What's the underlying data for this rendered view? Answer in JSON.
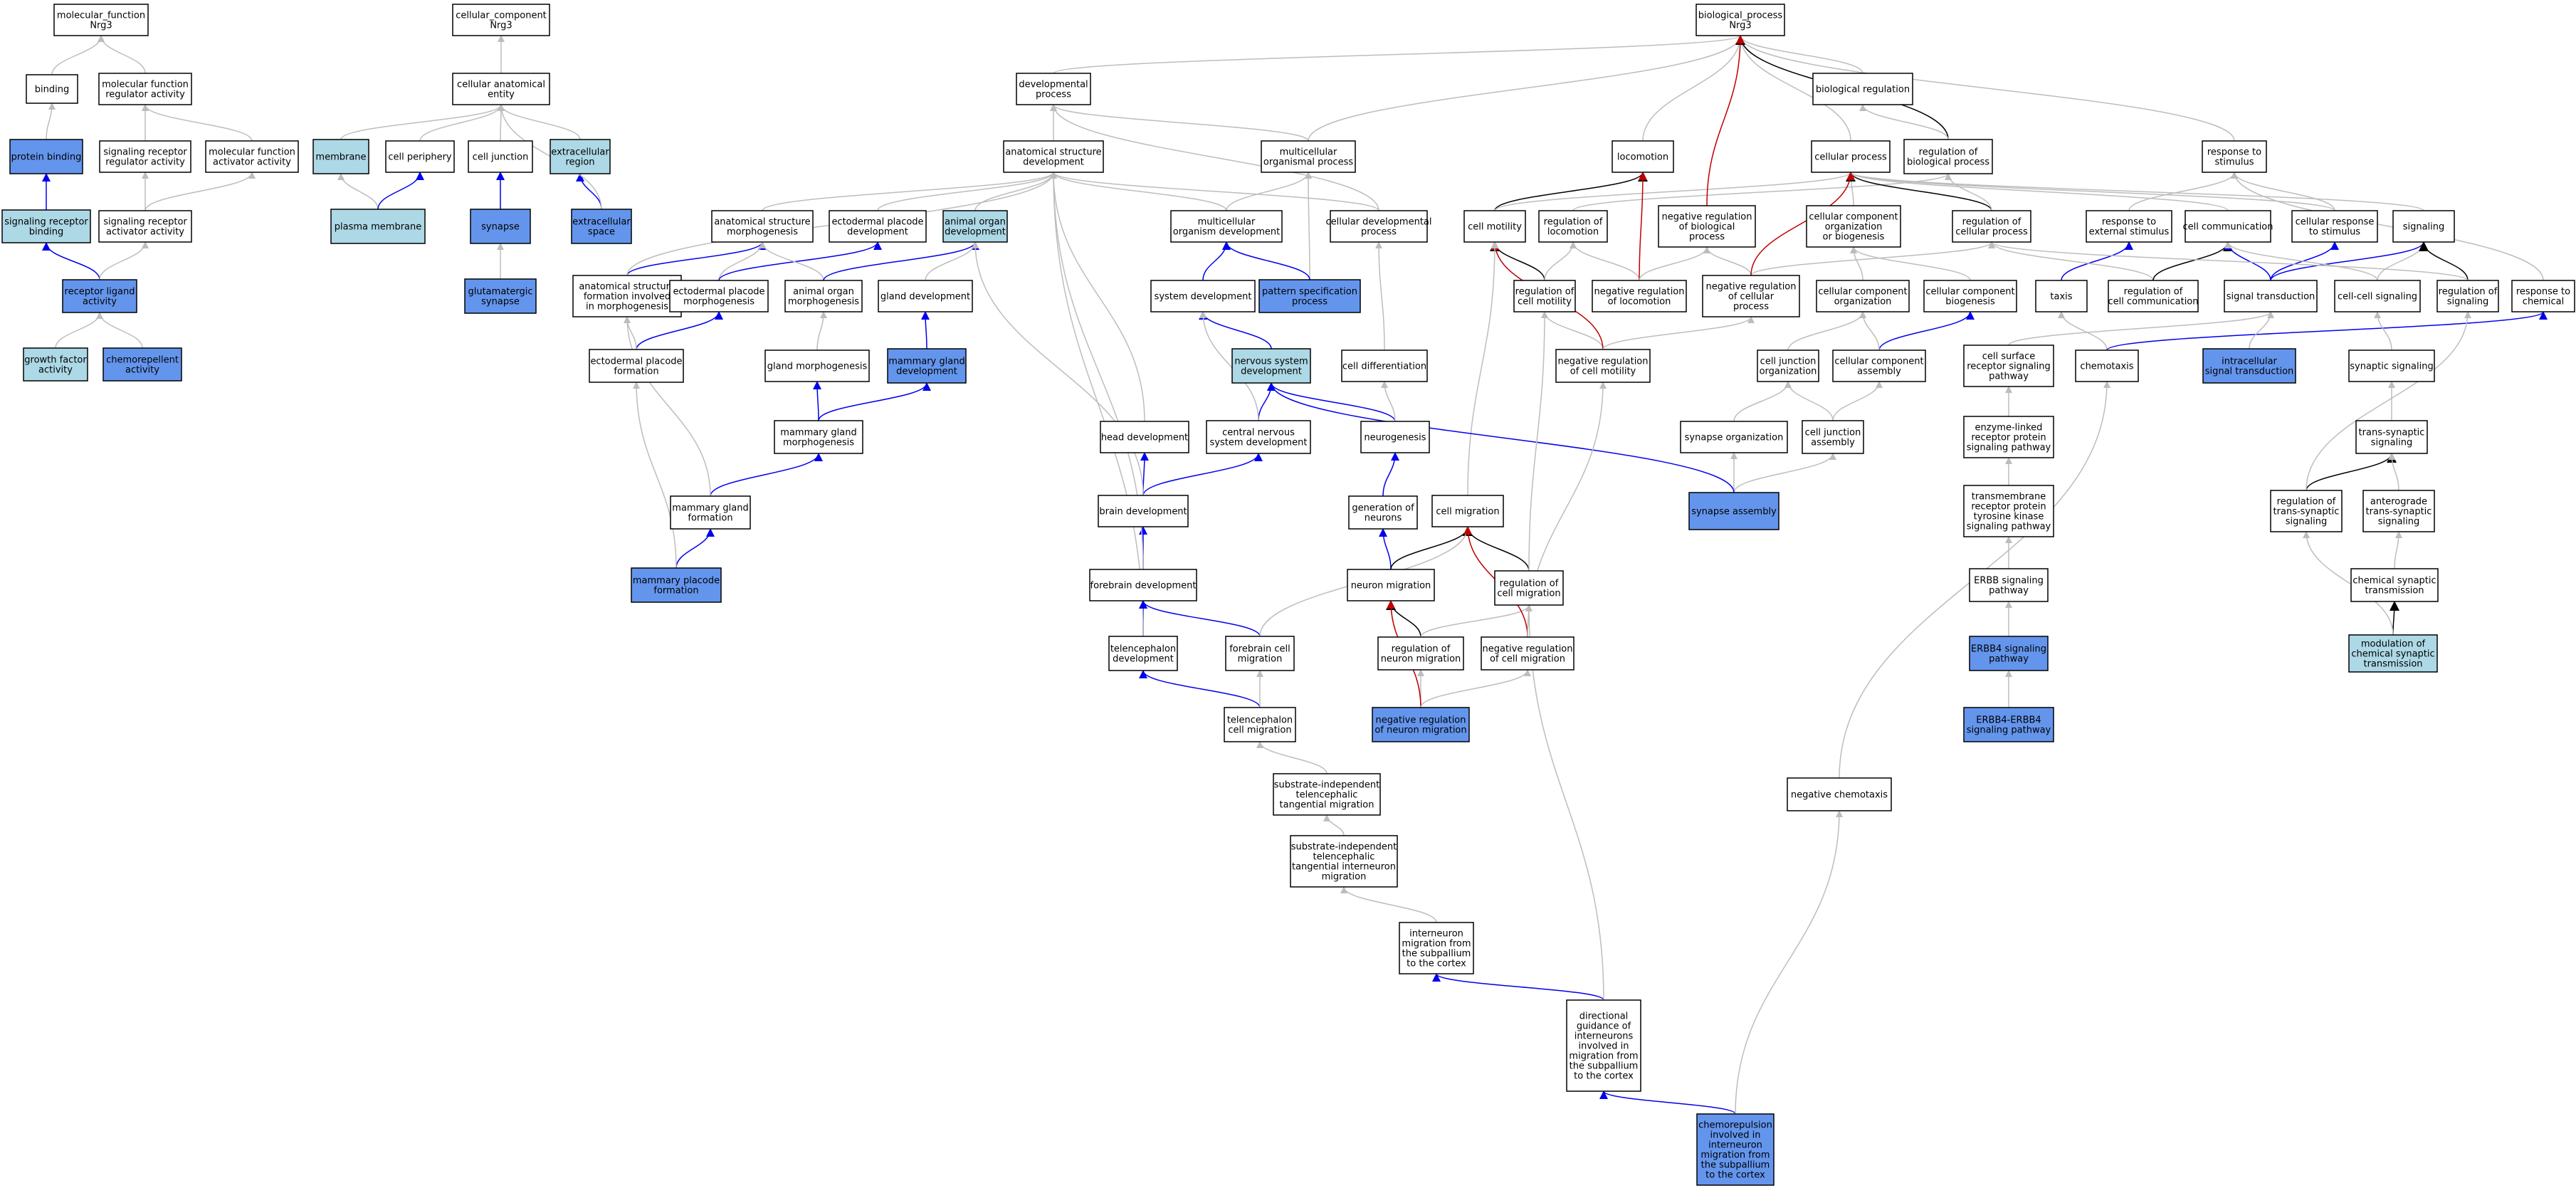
{
  "palette": {
    "white": "#ffffff",
    "light": "#add8e6",
    "dark": "#6495ed",
    "grey_edge": "#bdbdbd",
    "blue_edge": "#0000ee",
    "red_edge": "#c00000",
    "black_edge": "#000000"
  },
  "nodes": [
    {
      "id": "mf",
      "label": "molecular_function\nNrg3",
      "fill": "white"
    },
    {
      "id": "bind",
      "label": "binding",
      "fill": "white"
    },
    {
      "id": "mfra",
      "label": "molecular function\nregulator activity",
      "fill": "white"
    },
    {
      "id": "pb",
      "label": "protein binding",
      "fill": "dark"
    },
    {
      "id": "srra",
      "label": "signaling receptor\nregulator activity",
      "fill": "white"
    },
    {
      "id": "mfaa",
      "label": "molecular function\nactivator activity",
      "fill": "white"
    },
    {
      "id": "srb",
      "label": "signaling receptor\nbinding",
      "fill": "light"
    },
    {
      "id": "sraa",
      "label": "signaling receptor\nactivator activity",
      "fill": "white"
    },
    {
      "id": "rla",
      "label": "receptor ligand\nactivity",
      "fill": "dark"
    },
    {
      "id": "gfa",
      "label": "growth factor\nactivity",
      "fill": "light"
    },
    {
      "id": "chra",
      "label": "chemorepellent\nactivity",
      "fill": "dark"
    },
    {
      "id": "cc",
      "label": "cellular_component\nNrg3",
      "fill": "white"
    },
    {
      "id": "cae",
      "label": "cellular anatomical\nentity",
      "fill": "white"
    },
    {
      "id": "memb",
      "label": "membrane",
      "fill": "light"
    },
    {
      "id": "cperi",
      "label": "cell periphery",
      "fill": "white"
    },
    {
      "id": "cjunc",
      "label": "cell junction",
      "fill": "white"
    },
    {
      "id": "ecr",
      "label": "extracellular\nregion",
      "fill": "light"
    },
    {
      "id": "pm",
      "label": "plasma membrane",
      "fill": "light"
    },
    {
      "id": "syn",
      "label": "synapse",
      "fill": "dark"
    },
    {
      "id": "ecs",
      "label": "extracellular\nspace",
      "fill": "dark"
    },
    {
      "id": "glu",
      "label": "glutamatergic\nsynapse",
      "fill": "dark"
    },
    {
      "id": "bp",
      "label": "biological_process\nNrg3",
      "fill": "white"
    },
    {
      "id": "dev",
      "label": "developmental\nprocess",
      "fill": "white"
    },
    {
      "id": "bioreg",
      "label": "biological regulation",
      "fill": "white"
    },
    {
      "id": "asd",
      "label": "anatomical structure\ndevelopment",
      "fill": "white"
    },
    {
      "id": "mop",
      "label": "multicellular\norganismal process",
      "fill": "white"
    },
    {
      "id": "loco",
      "label": "locomotion",
      "fill": "white"
    },
    {
      "id": "cp",
      "label": "cellular process",
      "fill": "white"
    },
    {
      "id": "rbp",
      "label": "regulation of\nbiological process",
      "fill": "white"
    },
    {
      "id": "rts",
      "label": "response to\nstimulus",
      "fill": "white"
    },
    {
      "id": "asm",
      "label": "anatomical structure\nmorphogenesis",
      "fill": "white"
    },
    {
      "id": "epd",
      "label": "ectodermal placode\ndevelopment",
      "fill": "white"
    },
    {
      "id": "aod",
      "label": "animal organ\ndevelopment",
      "fill": "light"
    },
    {
      "id": "mod",
      "label": "multicellular\norganism development",
      "fill": "white"
    },
    {
      "id": "cdp",
      "label": "cellular developmental\nprocess",
      "fill": "white"
    },
    {
      "id": "cmot",
      "label": "cell motility",
      "fill": "white"
    },
    {
      "id": "rloco",
      "label": "regulation of\nlocomotion",
      "fill": "white"
    },
    {
      "id": "nrbp",
      "label": "negative regulation\nof biological\nprocess",
      "fill": "white"
    },
    {
      "id": "ccob",
      "label": "cellular component\norganization\nor biogenesis",
      "fill": "white"
    },
    {
      "id": "rcp",
      "label": "regulation of\ncellular process",
      "fill": "white"
    },
    {
      "id": "rtes",
      "label": "response to\nexternal stimulus",
      "fill": "white"
    },
    {
      "id": "ccomm",
      "label": "cell communication",
      "fill": "white"
    },
    {
      "id": "crts",
      "label": "cellular response\nto stimulus",
      "fill": "white"
    },
    {
      "id": "sig",
      "label": "signaling",
      "fill": "white"
    },
    {
      "id": "asfm",
      "label": "anatomical structure\nformation involved\nin morphogenesis",
      "fill": "white"
    },
    {
      "id": "epm",
      "label": "ectodermal placode\nmorphogenesis",
      "fill": "white"
    },
    {
      "id": "aom",
      "label": "animal organ\nmorphogenesis",
      "fill": "white"
    },
    {
      "id": "gd",
      "label": "gland development",
      "fill": "white"
    },
    {
      "id": "sysd",
      "label": "system development",
      "fill": "white"
    },
    {
      "id": "psp",
      "label": "pattern specification\nprocess",
      "fill": "dark"
    },
    {
      "id": "rcm",
      "label": "regulation of\ncell motility",
      "fill": "white"
    },
    {
      "id": "nrloco",
      "label": "negative regulation\nof locomotion",
      "fill": "white"
    },
    {
      "id": "nrcp",
      "label": "negative regulation\nof cellular\nprocess",
      "fill": "white"
    },
    {
      "id": "cco",
      "label": "cellular component\norganization",
      "fill": "white"
    },
    {
      "id": "ccb",
      "label": "cellular component\nbiogenesis",
      "fill": "white"
    },
    {
      "id": "taxis",
      "label": "taxis",
      "fill": "white"
    },
    {
      "id": "rcc",
      "label": "regulation of\ncell communication",
      "fill": "white"
    },
    {
      "id": "st",
      "label": "signal transduction",
      "fill": "white"
    },
    {
      "id": "ccs",
      "label": "cell-cell signaling",
      "fill": "white"
    },
    {
      "id": "rsig",
      "label": "regulation of\nsignaling",
      "fill": "white"
    },
    {
      "id": "rtc",
      "label": "response to\nchemical",
      "fill": "white"
    },
    {
      "id": "epf",
      "label": "ectodermal placode\nformation",
      "fill": "white"
    },
    {
      "id": "gm",
      "label": "gland morphogenesis",
      "fill": "white"
    },
    {
      "id": "mgd",
      "label": "mammary gland\ndevelopment",
      "fill": "dark"
    },
    {
      "id": "nsd",
      "label": "nervous system\ndevelopment",
      "fill": "light"
    },
    {
      "id": "cdiff",
      "label": "cell differentiation",
      "fill": "white"
    },
    {
      "id": "nrcm",
      "label": "negative regulation\nof cell motility",
      "fill": "white"
    },
    {
      "id": "cjo",
      "label": "cell junction\norganization",
      "fill": "white"
    },
    {
      "id": "cca",
      "label": "cellular component\nassembly",
      "fill": "white"
    },
    {
      "id": "chemo",
      "label": "chemotaxis",
      "fill": "white"
    },
    {
      "id": "ist",
      "label": "intracellular\nsignal transduction",
      "fill": "dark"
    },
    {
      "id": "synsig",
      "label": "synaptic signaling",
      "fill": "white"
    },
    {
      "id": "csrsp",
      "label": "cell surface\nreceptor signaling\npathway",
      "fill": "white"
    },
    {
      "id": "mgm",
      "label": "mammary gland\nmorphogenesis",
      "fill": "white"
    },
    {
      "id": "hd",
      "label": "head development",
      "fill": "white"
    },
    {
      "id": "cnsd",
      "label": "central nervous\nsystem development",
      "fill": "white"
    },
    {
      "id": "neurog",
      "label": "neurogenesis",
      "fill": "white"
    },
    {
      "id": "synorg",
      "label": "synapse organization",
      "fill": "white"
    },
    {
      "id": "cja",
      "label": "cell junction\nassembly",
      "fill": "white"
    },
    {
      "id": "elrp",
      "label": "enzyme-linked\nreceptor protein\nsignaling pathway",
      "fill": "white"
    },
    {
      "id": "tss",
      "label": "trans-synaptic\nsignaling",
      "fill": "white"
    },
    {
      "id": "mgf",
      "label": "mammary gland\nformation",
      "fill": "white"
    },
    {
      "id": "bd",
      "label": "brain development",
      "fill": "white"
    },
    {
      "id": "gon",
      "label": "generation of\nneurons",
      "fill": "white"
    },
    {
      "id": "cmig",
      "label": "cell migration",
      "fill": "white"
    },
    {
      "id": "sa",
      "label": "synapse assembly",
      "fill": "dark"
    },
    {
      "id": "tmrptk",
      "label": "transmembrane\nreceptor protein\ntyrosine kinase\nsignaling pathway",
      "fill": "white"
    },
    {
      "id": "rtss",
      "label": "regulation of\ntrans-synaptic\nsignaling",
      "fill": "white"
    },
    {
      "id": "atss",
      "label": "anterograde\ntrans-synaptic\nsignaling",
      "fill": "white"
    },
    {
      "id": "mpf",
      "label": "mammary placode\nformation",
      "fill": "dark"
    },
    {
      "id": "fd",
      "label": "forebrain development",
      "fill": "white"
    },
    {
      "id": "nmig",
      "label": "neuron migration",
      "fill": "white"
    },
    {
      "id": "rcmig",
      "label": "regulation of\ncell migration",
      "fill": "white"
    },
    {
      "id": "erbb",
      "label": "ERBB signaling\npathway",
      "fill": "white"
    },
    {
      "id": "cst",
      "label": "chemical synaptic\ntransmission",
      "fill": "white"
    },
    {
      "id": "td",
      "label": "telencephalon\ndevelopment",
      "fill": "white"
    },
    {
      "id": "fcm",
      "label": "forebrain cell\nmigration",
      "fill": "white"
    },
    {
      "id": "rnm",
      "label": "regulation of\nneuron migration",
      "fill": "white"
    },
    {
      "id": "nrcmig",
      "label": "negative regulation\nof cell migration",
      "fill": "white"
    },
    {
      "id": "erbb4",
      "label": "ERBB4 signaling\npathway",
      "fill": "dark"
    },
    {
      "id": "mcst",
      "label": "modulation of\nchemical synaptic\ntransmission",
      "fill": "light"
    },
    {
      "id": "tcm",
      "label": "telencephalon\ncell migration",
      "fill": "white"
    },
    {
      "id": "nrnm",
      "label": "negative regulation\nof neuron migration",
      "fill": "dark"
    },
    {
      "id": "e4e4",
      "label": "ERBB4-ERBB4\nsignaling pathway",
      "fill": "dark"
    },
    {
      "id": "sittm",
      "label": "substrate-independent\ntelencephalic\ntangential migration",
      "fill": "white"
    },
    {
      "id": "sittim",
      "label": "substrate-independent\ntelencephalic\ntangential interneuron\nmigration",
      "fill": "white"
    },
    {
      "id": "negchemo",
      "label": "negative chemotaxis",
      "fill": "white"
    },
    {
      "id": "imsc",
      "label": "interneuron\nmigration from\nthe subpallium\nto the cortex",
      "fill": "white"
    },
    {
      "id": "dgi",
      "label": "directional\nguidance of\ninterneurons\ninvolved in\nmigration from\nthe subpallium\nto the cortex",
      "fill": "white"
    },
    {
      "id": "crim",
      "label": "chemorepulsion\ninvolved in\ninterneuron\nmigration from\nthe subpallium\nto the cortex",
      "fill": "dark"
    }
  ]
}
